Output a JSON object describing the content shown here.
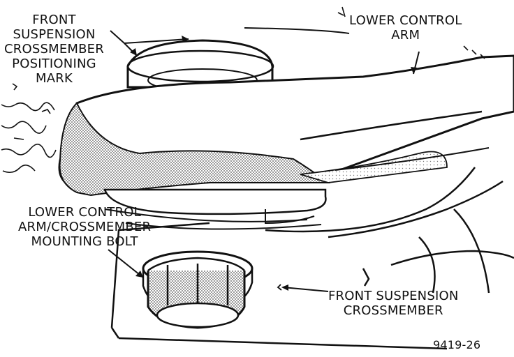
{
  "labels": {
    "crossmember_mark": [
      "FRONT",
      "SUSPENSION",
      "CROSSMEMBER",
      "POSITIONING",
      "MARK"
    ],
    "lower_control_arm": [
      "LOWER CONTROL",
      "ARM"
    ],
    "mounting_bolt": [
      "LOWER CONTROL",
      "ARM/CROSSMEMBER",
      "MOUNTING BOLT"
    ],
    "front_crossmember": [
      "FRONT SUSPENSION",
      "CROSSMEMBER"
    ]
  },
  "figure_number": "9419-26",
  "colors": {
    "ink": "#111111",
    "shading": "#8a8a8a",
    "paper": "#ffffff"
  }
}
